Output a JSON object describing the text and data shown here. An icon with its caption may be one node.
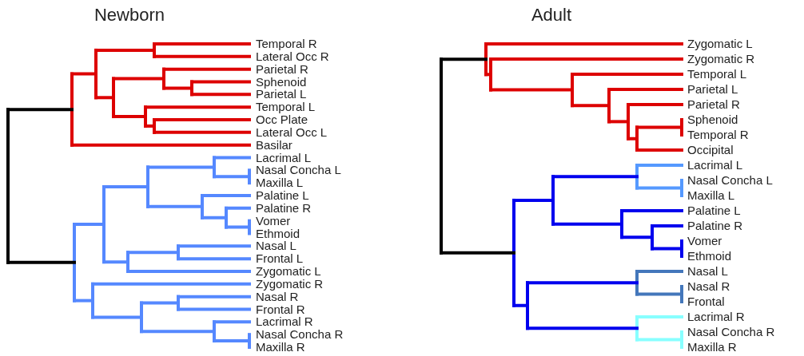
{
  "diagram": {
    "labels": [
      "Newborn",
      "Temporal R",
      "Lateral Occ R",
      "Parietal R",
      "Sphenoid",
      "Parietal L",
      "Temporal L",
      "Occ Plate",
      "Lateral Occ L",
      "Basilar",
      "Lacrimal L",
      "Nasal Concha L",
      "Maxilla L",
      "Palatine L",
      "Palatine R",
      "Vomer",
      "Ethmoid",
      "Nasal L",
      "Frontal L",
      "Zygomatic L",
      "Zygomatic R",
      "Nasal R",
      "Frontal R",
      "Lacrimal R",
      "Nasal Concha R",
      "Maxilla R",
      "Adult",
      "Zygomatic L",
      "Zygomatic R",
      "Temporal L",
      "Parietal L",
      "Parietal R",
      "Sphenoid",
      "Temporal R",
      "Occipital",
      "Lacrimal L",
      "Nasal Concha L",
      "Maxilla L",
      "Palatine L",
      "Palatine R",
      "Vomer",
      "Ethmoid",
      "Nasal L",
      "Nasal R",
      "Frontal",
      "Lacrimal R",
      "Nasal Concha R",
      "Maxilla R"
    ]
  }
}
